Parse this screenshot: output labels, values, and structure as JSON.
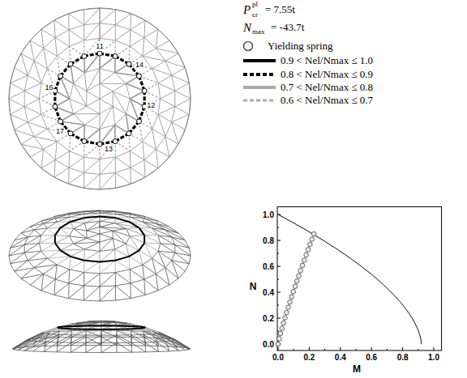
{
  "diagram": {
    "labels": [
      "P",
      "cr",
      "pl",
      "= 7.55t",
      "N",
      "max",
      "= -43.7t",
      "11",
      "14",
      "12",
      "13",
      "17",
      "16",
      "N",
      "M",
      "0.0",
      "0.2",
      "0.4",
      "0.6",
      "0.8",
      "1.0",
      "0.0",
      "0.2",
      "0.4",
      "0.6",
      "0.8",
      "1.0"
    ],
    "legend": [
      {
        "text": "Yielding spring"
      },
      {
        "text": "0.9 < Nel/Nmax ≤ 1.0"
      },
      {
        "text": "0.8 < Nel/Nmax ≤ 0.9"
      },
      {
        "text": "0.7 < Nel/Nmax ≤ 0.8"
      },
      {
        "text": "0.6 < Nel/Nmax ≤ 0.7"
      }
    ]
  }
}
